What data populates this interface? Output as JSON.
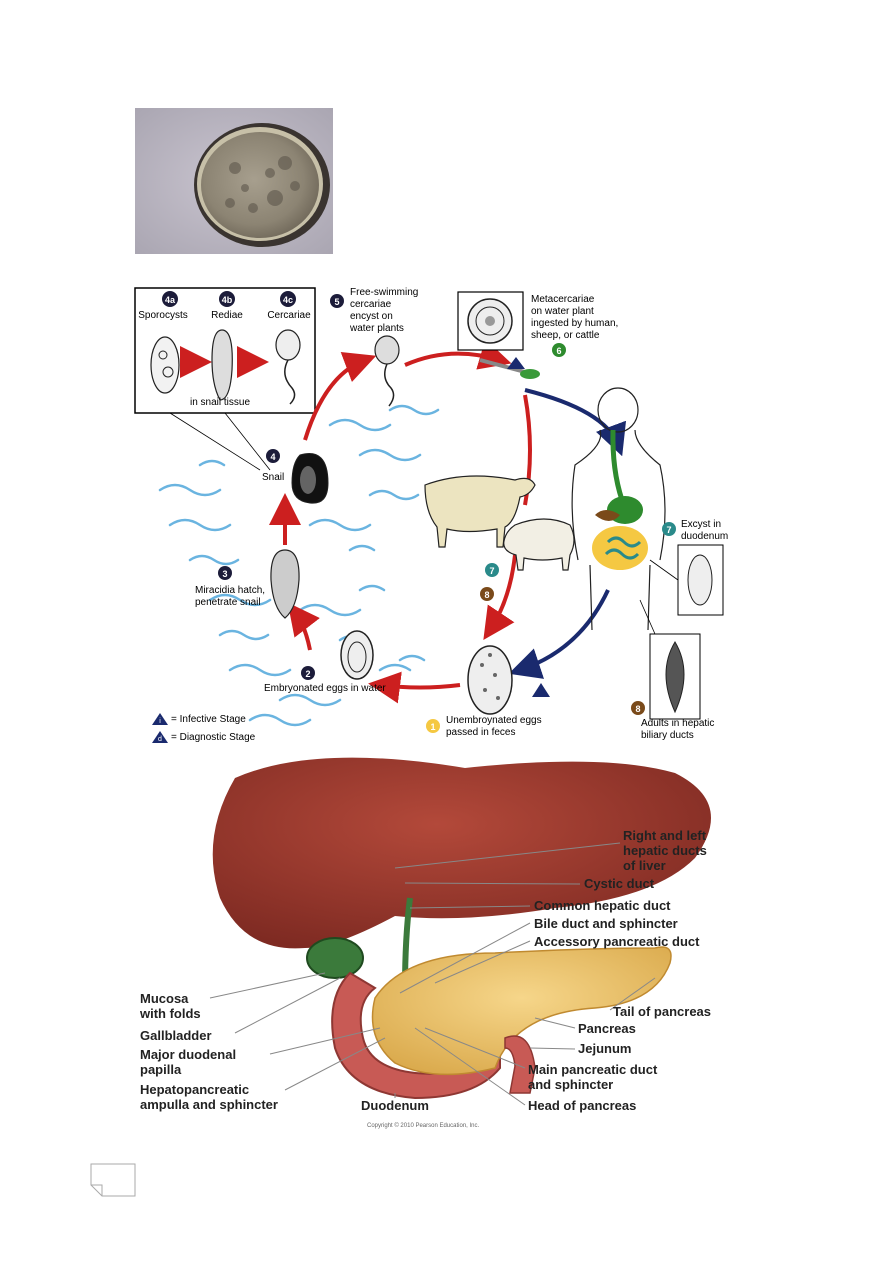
{
  "lifecycle": {
    "box_labels": {
      "4a": "Sporocysts",
      "4b": "Rediae",
      "4c": "Cercariae",
      "tissue": "in snail tissue"
    },
    "stages": [
      {
        "num": "1",
        "lines": [
          "Unembroynated eggs",
          "passed in feces"
        ]
      },
      {
        "num": "2",
        "lines": [
          "Embryonated eggs in water"
        ]
      },
      {
        "num": "3",
        "lines": [
          "Miracidia hatch,",
          "penetrate snail"
        ]
      },
      {
        "num": "4",
        "lines": [
          "Snail"
        ]
      },
      {
        "num": "5",
        "lines": [
          "Free-swimming",
          "cercariae",
          "encyst on",
          "water plants"
        ]
      },
      {
        "num": "6",
        "lines": [
          "Metacercariae",
          "on water plant",
          "ingested by human,",
          "sheep, or cattle"
        ]
      },
      {
        "num": "7",
        "lines": [
          "Excyst in",
          "duodenum"
        ]
      },
      {
        "num": "8",
        "lines": [
          "Adults in hepatic",
          "biliary ducts"
        ]
      }
    ],
    "marker_numbers": [
      "4a",
      "4b",
      "4c",
      "7",
      "8"
    ],
    "legend": {
      "infective": {
        "symbol": "i",
        "text": "= Infective Stage"
      },
      "diagnostic": {
        "symbol": "d",
        "text": "= Diagnostic Stage"
      }
    },
    "colors": {
      "stage_1": "#f5c842",
      "stage_5": "#1c1c3a",
      "stage_6": "#2e8b2e",
      "stage_7": "#2a8a8a",
      "stage_8": "#7a4a1a",
      "red_arrow": "#cc1f1f",
      "blue_arrow": "#1a2a6e"
    }
  },
  "anatomy": {
    "labels_right": [
      "Right and left",
      "hepatic ducts",
      "of liver",
      "Cystic duct",
      "Common hepatic duct",
      "Bile duct and sphincter",
      "Accessory pancreatic duct",
      "Tail of pancreas",
      "Pancreas",
      "Jejunum",
      "Main pancreatic duct",
      "and sphincter",
      "Head of pancreas"
    ],
    "labels_left": [
      "Mucosa",
      "with folds",
      "Gallbladder",
      "Major duodenal",
      "papilla",
      "Hepatopancreatic",
      "ampulla and sphincter"
    ],
    "label_bottom": "Duodenum",
    "copyright": "Copyright © 2010 Pearson Education, Inc."
  }
}
